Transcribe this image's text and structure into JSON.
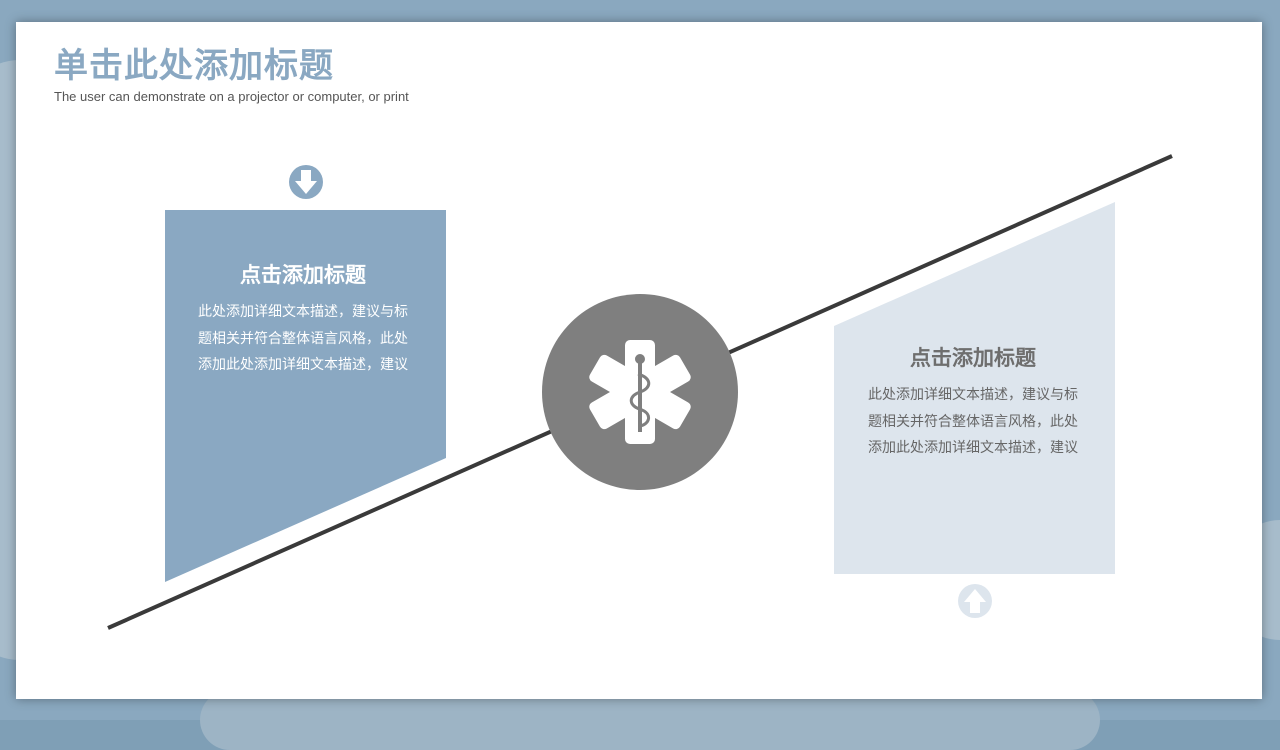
{
  "slide": {
    "title": "单击此处添加标题",
    "subtitle": "The user can demonstrate on a projector or computer, or print"
  },
  "left_card": {
    "heading": "点击添加标题",
    "body": "此处添加详细文本描述，建议与标题相关并符合整体语言风格，此处添加此处添加详细文本描述，建议",
    "icon": "arrow-down-circle-icon"
  },
  "right_card": {
    "heading": "点击添加标题",
    "body": "此处添加详细文本描述，建议与标题相关并符合整体语言风格，此处添加此处添加详细文本描述，建议",
    "icon": "arrow-up-circle-icon"
  },
  "center_icon": "medical-star-of-life-icon",
  "colors": {
    "accent": "#8aa8c2",
    "light_accent": "#dde5ed",
    "circle": "#7f7f7f",
    "line": "#3a3a3a"
  }
}
